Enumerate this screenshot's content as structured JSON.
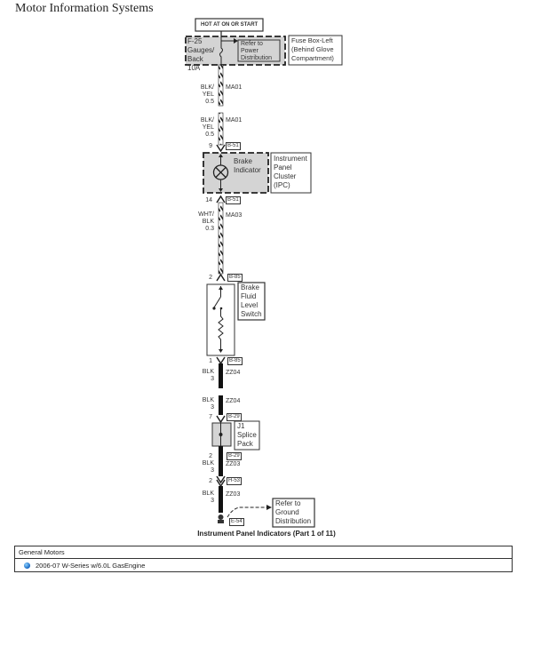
{
  "header": {
    "site_title": "Motor Information Systems"
  },
  "diagram": {
    "title": "Instrument Panel Indicators (Part 1 of 11)",
    "power_label": "HOT AT ON OR START",
    "fuse": {
      "name": "F-25",
      "line2": "Gauges/",
      "line3": "Back",
      "rating": "10A"
    },
    "refer_power": [
      "Refer to",
      "Power",
      "Distribution"
    ],
    "fuse_box": [
      "Fuse Box-Left",
      "(Behind Glove",
      "Compartment)"
    ],
    "wires": [
      {
        "color": [
          "BLK/",
          "YEL",
          "0.5"
        ],
        "circuit": "MA01"
      },
      {
        "color": [
          "BLK/",
          "YEL",
          "0.5"
        ],
        "circuit": "MA01"
      },
      {
        "color": [
          "WHT/",
          "BLK",
          "0.3"
        ],
        "circuit": "MA03"
      },
      {
        "color": [
          "BLK",
          "3"
        ],
        "circuit": "ZZ04"
      },
      {
        "color": [
          "BLK",
          "3"
        ],
        "circuit": "ZZ04"
      },
      {
        "color": [
          "BLK",
          "3"
        ],
        "circuit": "ZZ03"
      },
      {
        "color": [
          "BLK",
          "3"
        ],
        "circuit": "ZZ03"
      }
    ],
    "connectors": [
      {
        "pin": "9",
        "id": "B-51"
      },
      {
        "pin": "14",
        "id": "B-51"
      },
      {
        "pin": "2",
        "id": "B-85"
      },
      {
        "pin": "1",
        "id": "B-85"
      },
      {
        "pin": "7",
        "id": "B-29"
      },
      {
        "pin": "2",
        "id": "B-29"
      },
      {
        "pin": "2",
        "id": "H-53"
      },
      {
        "pin": "",
        "id": "E-54"
      }
    ],
    "brake_indicator": [
      "Brake",
      "Indicator"
    ],
    "ipc": [
      "Instrument",
      "Panel",
      "Cluster",
      "(IPC)"
    ],
    "fluid_switch": [
      "Brake",
      "Fluid",
      "Level",
      "Switch"
    ],
    "splice": [
      "J1",
      "Splice",
      "Pack"
    ],
    "refer_ground": [
      "Refer to",
      "Ground",
      "Distribution"
    ]
  },
  "info_table": {
    "manufacturer": "General Motors",
    "vehicle": "2006-07 W-Series w/6.0L GasEngine"
  },
  "colors": {
    "box_fill": "#d4d4d4",
    "line": "#222222",
    "globe": "#1565c0"
  }
}
